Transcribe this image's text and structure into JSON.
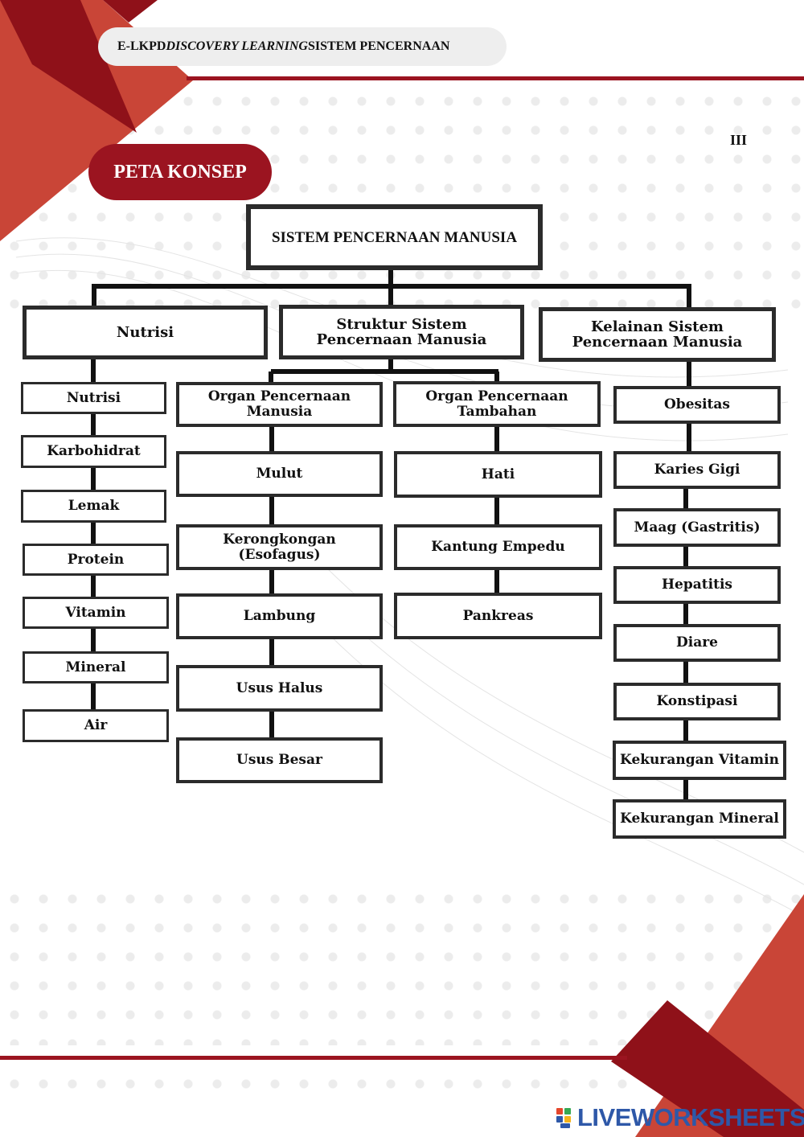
{
  "header": {
    "prefix": "E-LKPD ",
    "italic": "DISCOVERY LEARNING",
    "suffix": " SISTEM PENCERNAAN"
  },
  "page_number": "III",
  "section_title": "PETA KONSEP",
  "diagram": {
    "root": "SISTEM PENCERNAAN MANUSIA",
    "branches": [
      {
        "label": "Nutrisi",
        "items": [
          "Nutrisi",
          "Karbohidrat",
          "Lemak",
          "Protein",
          "Vitamin",
          "Mineral",
          "Air"
        ]
      },
      {
        "label": "Struktur Sistem Pencernaan Manusia",
        "groups": [
          {
            "label": "Organ Pencernaan Manusia",
            "items": [
              "Mulut",
              "Kerongkongan (Esofagus)",
              "Lambung",
              "Usus Halus",
              "Usus Besar"
            ]
          },
          {
            "label": "Organ Pencernaan Tambahan",
            "items": [
              "Hati",
              "Kantung Empedu",
              "Pankreas"
            ]
          }
        ]
      },
      {
        "label": "Kelainan Sistem Pencernaan Manusia",
        "items": [
          "Obesitas",
          "Karies Gigi",
          "Maag (Gastritis)",
          "Hepatitis",
          "Diare",
          "Konstipasi",
          "Kekurangan Vitamin",
          "Kekurangan Mineral"
        ]
      }
    ]
  },
  "brand": {
    "name": "LIVEWORKSHEETS",
    "icon": "liveworksheets-logo-icon"
  },
  "colors": {
    "accent_dark": "#8f1119",
    "accent_mid": "#b5332b",
    "accent_light": "#c94537",
    "line": "#2b2b2b"
  }
}
